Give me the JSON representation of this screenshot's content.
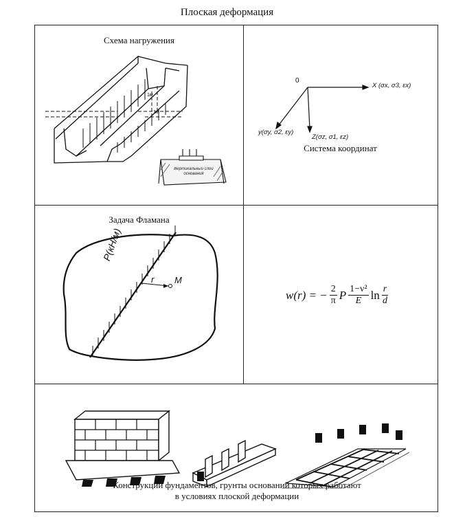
{
  "title": "Плоская деформация",
  "cells": {
    "loading_scheme": {
      "caption": "Схема нагружения",
      "inset_label": "Вертикальный слой основания",
      "dim_labels": [
        "1м",
        "1м"
      ]
    },
    "coordinates": {
      "caption": "Система координат",
      "origin": "0",
      "x_label": "X (σx, σ3, εx)",
      "y_label": "y(σy, σ2, εy)",
      "z_label": "Z(σz, σ1, εz)"
    },
    "flamant": {
      "caption": "Задача Фламана",
      "load_label": "P(кН/м)",
      "r_label": "r",
      "m_label": "M"
    },
    "formula": {
      "lhs": "w(r) = −",
      "frac1_num": "2",
      "frac1_den": "π",
      "p": "P",
      "frac2_num": "1−ν²",
      "frac2_den": "E",
      "ln": "ln",
      "frac3_num": "r",
      "frac3_den": "d"
    },
    "foundations": {
      "caption_line1": "Конструкции фундаментов, грунты оснований которых работают",
      "caption_line2": "в условиях плоской деформации"
    }
  }
}
